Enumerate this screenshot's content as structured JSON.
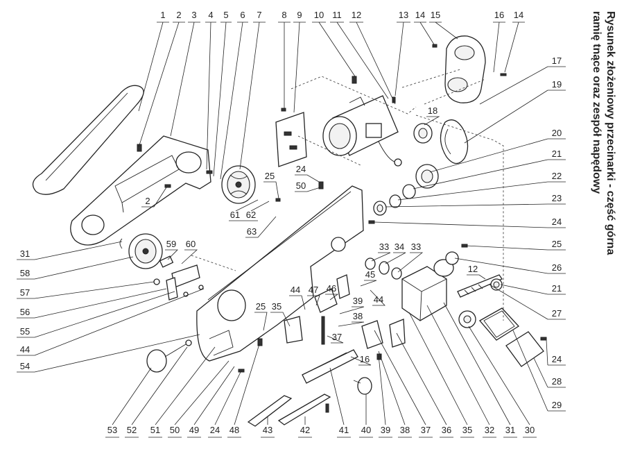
{
  "title": {
    "line1": "Rysunek złożeniowy przecinarki -  część górna",
    "line2": "ramię tnące oraz  zespół napędowy"
  },
  "callouts": {
    "top": [
      "1",
      "2",
      "3",
      "4",
      "5",
      "6",
      "7",
      "8",
      "9",
      "10",
      "11",
      "12",
      "13",
      "14",
      "15",
      "16",
      "14"
    ],
    "right": [
      "17",
      "19",
      "20",
      "21",
      "22",
      "23",
      "24",
      "25",
      "26",
      "21",
      "27",
      "24",
      "28",
      "29"
    ],
    "bottom": [
      "53",
      "52",
      "51",
      "50",
      "49",
      "24",
      "48",
      "43",
      "42",
      "41",
      "40",
      "39",
      "38",
      "37",
      "36",
      "35",
      "32",
      "31",
      "30"
    ],
    "left": [
      "31",
      "58",
      "57",
      "56",
      "55",
      "44",
      "54"
    ],
    "inner": [
      "2",
      "25",
      "50",
      "24",
      "61",
      "62",
      "63",
      "59",
      "60",
      "18",
      "33",
      "34",
      "33",
      "12",
      "45",
      "44",
      "47",
      "46",
      "39",
      "38",
      "37",
      "44",
      "35",
      "25",
      "16"
    ]
  },
  "colors": {
    "ink": "#222222",
    "paper": "#ffffff"
  }
}
